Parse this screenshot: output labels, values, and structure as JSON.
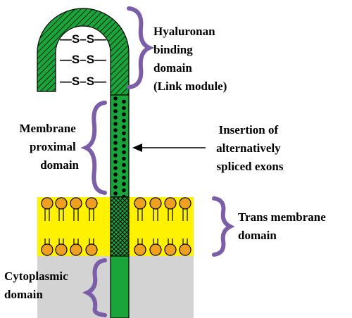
{
  "diagram": {
    "labels": {
      "hyaluronan": [
        "Hyaluronan",
        "binding",
        "domain",
        "(Link module)"
      ],
      "membrane_proximal": [
        "Membrane",
        "proximal",
        "domain"
      ],
      "insertion": [
        "Insertion of",
        "alternatively",
        "spliced exons"
      ],
      "transmembrane": [
        "Trans membrane",
        "domain"
      ],
      "cytoplasmic": [
        "Cytoplasmic",
        "domain"
      ]
    },
    "disulfide_bonds": [
      "—S–S—",
      "—S–S—",
      "—S–S—"
    ],
    "colors": {
      "protein_green": "#1aa53a",
      "membrane_yellow": "#fff200",
      "lipid_head_orange": "#f0a020",
      "cytoplasm_gray": "#d3d3d3",
      "brace_purple": "#7b5ea7",
      "outline": "#000000"
    }
  }
}
